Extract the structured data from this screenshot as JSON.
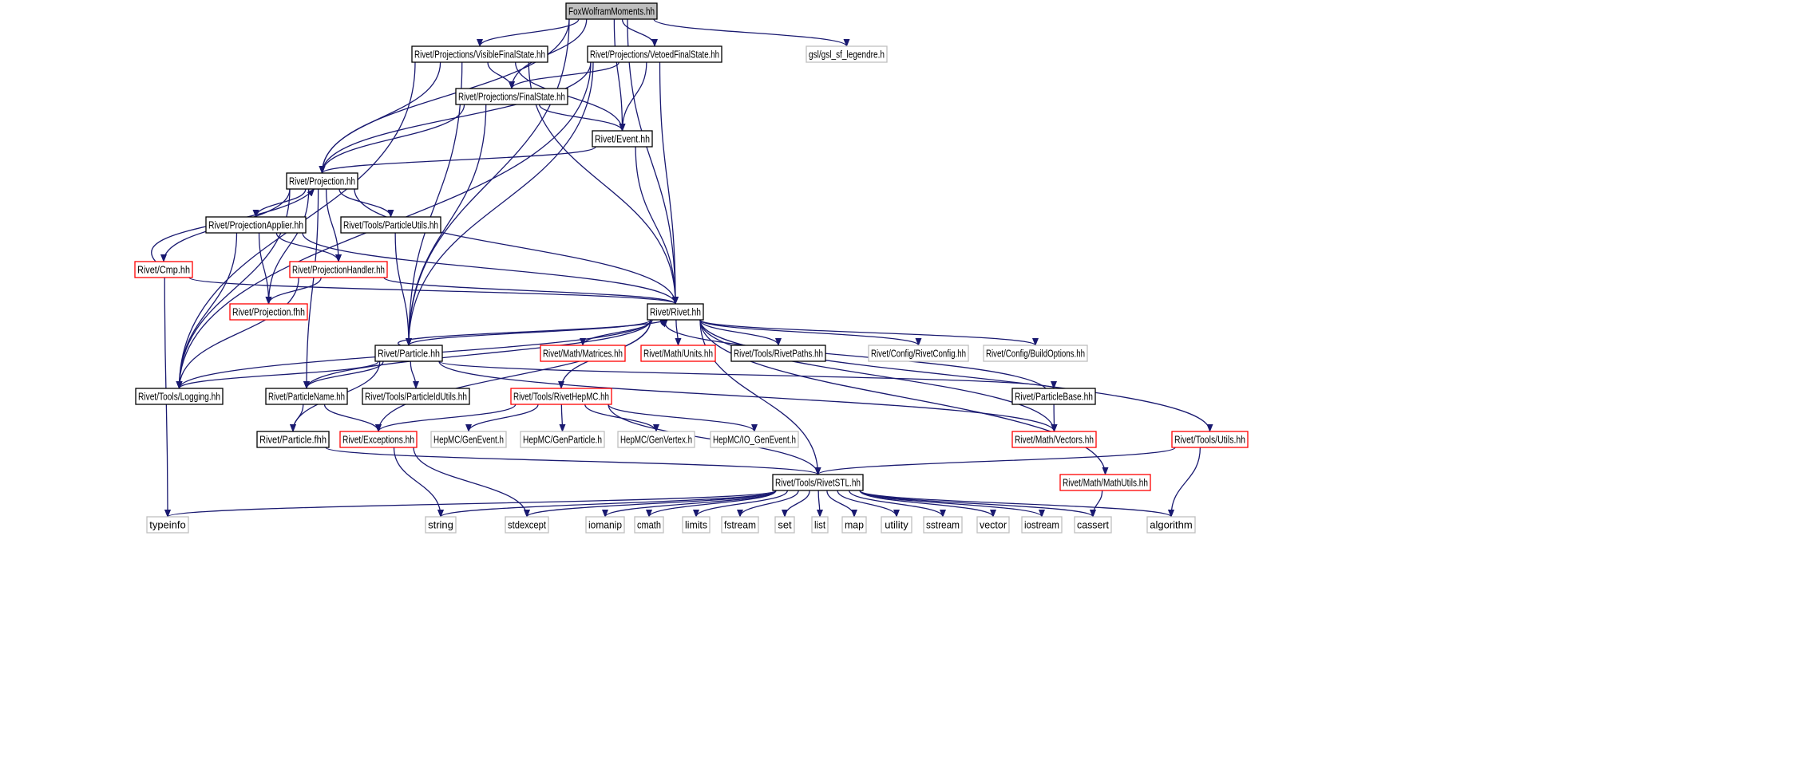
{
  "colors": {
    "edge": "#191970",
    "node_border_default": "#000000",
    "node_border_header": "#000000",
    "node_border_red": "#ff0000",
    "node_border_external": "#bfbfbf",
    "node_fill_header": "#bfbfbf",
    "node_fill_default": "#ffffff",
    "text_default": "#000000",
    "text_external": "#000000"
  },
  "nodes": [
    {
      "id": "fwm",
      "label": "FoxWolframMoments.hh",
      "kind": "header"
    },
    {
      "id": "vfs",
      "label": "Rivet/Projections/VisibleFinalState.hh",
      "kind": "normal"
    },
    {
      "id": "vetofs",
      "label": "Rivet/Projections/VetoedFinalState.hh",
      "kind": "normal"
    },
    {
      "id": "gsl",
      "label": "gsl/gsl_sf_legendre.h",
      "kind": "external"
    },
    {
      "id": "fs",
      "label": "Rivet/Projections/FinalState.hh",
      "kind": "normal"
    },
    {
      "id": "event",
      "label": "Rivet/Event.hh",
      "kind": "normal"
    },
    {
      "id": "proj",
      "label": "Rivet/Projection.hh",
      "kind": "normal"
    },
    {
      "id": "projapp",
      "label": "Rivet/ProjectionApplier.hh",
      "kind": "normal"
    },
    {
      "id": "partutils",
      "label": "Rivet/Tools/ParticleUtils.hh",
      "kind": "normal"
    },
    {
      "id": "cmp",
      "label": "Rivet/Cmp.hh",
      "kind": "red"
    },
    {
      "id": "projhandler",
      "label": "Rivet/ProjectionHandler.hh",
      "kind": "red"
    },
    {
      "id": "projfhh",
      "label": "Rivet/Projection.fhh",
      "kind": "red"
    },
    {
      "id": "rivet",
      "label": "Rivet/Rivet.hh",
      "kind": "normal"
    },
    {
      "id": "particle",
      "label": "Rivet/Particle.hh",
      "kind": "normal"
    },
    {
      "id": "matrices",
      "label": "Rivet/Math/Matrices.hh",
      "kind": "red"
    },
    {
      "id": "units",
      "label": "Rivet/Math/Units.hh",
      "kind": "red"
    },
    {
      "id": "rivetpaths",
      "label": "Rivet/Tools/RivetPaths.hh",
      "kind": "normal"
    },
    {
      "id": "rivetconfig",
      "label": "Rivet/Config/RivetConfig.hh",
      "kind": "external"
    },
    {
      "id": "buildopts",
      "label": "Rivet/Config/BuildOptions.hh",
      "kind": "external"
    },
    {
      "id": "logging",
      "label": "Rivet/Tools/Logging.hh",
      "kind": "normal"
    },
    {
      "id": "partname",
      "label": "Rivet/ParticleName.hh",
      "kind": "normal"
    },
    {
      "id": "partidutils",
      "label": "Rivet/Tools/ParticleIdUtils.hh",
      "kind": "normal"
    },
    {
      "id": "rivethepmc",
      "label": "Rivet/Tools/RivetHepMC.hh",
      "kind": "red"
    },
    {
      "id": "partbase",
      "label": "Rivet/ParticleBase.hh",
      "kind": "normal"
    },
    {
      "id": "toolsutils",
      "label": "Rivet/Tools/Utils.hh",
      "kind": "red"
    },
    {
      "id": "partfhh",
      "label": "Rivet/Particle.fhh",
      "kind": "normal"
    },
    {
      "id": "exceptions",
      "label": "Rivet/Exceptions.hh",
      "kind": "red"
    },
    {
      "id": "genevent",
      "label": "HepMC/GenEvent.h",
      "kind": "external"
    },
    {
      "id": "genparticle",
      "label": "HepMC/GenParticle.h",
      "kind": "external"
    },
    {
      "id": "genvertex",
      "label": "HepMC/GenVertex.h",
      "kind": "external"
    },
    {
      "id": "iogenevent",
      "label": "HepMC/IO_GenEvent.h",
      "kind": "external"
    },
    {
      "id": "vectors",
      "label": "Rivet/Math/Vectors.hh",
      "kind": "red"
    },
    {
      "id": "mathutils",
      "label": "Rivet/Math/MathUtils.hh",
      "kind": "red"
    },
    {
      "id": "rivetstl",
      "label": "Rivet/Tools/RivetSTL.hh",
      "kind": "normal"
    },
    {
      "id": "typeinfo",
      "label": "typeinfo",
      "kind": "external"
    },
    {
      "id": "string",
      "label": "string",
      "kind": "external"
    },
    {
      "id": "stdexcept",
      "label": "stdexcept",
      "kind": "external"
    },
    {
      "id": "iomanip",
      "label": "iomanip",
      "kind": "external"
    },
    {
      "id": "cmath",
      "label": "cmath",
      "kind": "external"
    },
    {
      "id": "limits",
      "label": "limits",
      "kind": "external"
    },
    {
      "id": "fstream",
      "label": "fstream",
      "kind": "external"
    },
    {
      "id": "set",
      "label": "set",
      "kind": "external"
    },
    {
      "id": "list",
      "label": "list",
      "kind": "external"
    },
    {
      "id": "map",
      "label": "map",
      "kind": "external"
    },
    {
      "id": "utility",
      "label": "utility",
      "kind": "external"
    },
    {
      "id": "sstream",
      "label": "sstream",
      "kind": "external"
    },
    {
      "id": "vector",
      "label": "vector",
      "kind": "external"
    },
    {
      "id": "iostream",
      "label": "iostream",
      "kind": "external"
    },
    {
      "id": "cassert",
      "label": "cassert",
      "kind": "external"
    },
    {
      "id": "algorithm",
      "label": "algorithm",
      "kind": "external"
    }
  ],
  "edges": [
    [
      "fwm",
      "vfs"
    ],
    [
      "fwm",
      "vetofs"
    ],
    [
      "fwm",
      "gsl"
    ],
    [
      "fwm",
      "fs"
    ],
    [
      "fwm",
      "event"
    ],
    [
      "fwm",
      "proj"
    ],
    [
      "fwm",
      "particle"
    ],
    [
      "fwm",
      "rivet"
    ],
    [
      "vfs",
      "fs"
    ],
    [
      "vfs",
      "event"
    ],
    [
      "vfs",
      "proj"
    ],
    [
      "vfs",
      "particle"
    ],
    [
      "vfs",
      "rivet"
    ],
    [
      "vfs",
      "logging"
    ],
    [
      "vetofs",
      "fs"
    ],
    [
      "vetofs",
      "event"
    ],
    [
      "vetofs",
      "proj"
    ],
    [
      "vetofs",
      "particle"
    ],
    [
      "vetofs",
      "rivet"
    ],
    [
      "vetofs",
      "logging"
    ],
    [
      "fs",
      "event"
    ],
    [
      "fs",
      "proj"
    ],
    [
      "fs",
      "particle"
    ],
    [
      "event",
      "proj"
    ],
    [
      "event",
      "rivet"
    ],
    [
      "proj",
      "projapp"
    ],
    [
      "proj",
      "partutils"
    ],
    [
      "proj",
      "cmp"
    ],
    [
      "proj",
      "projhandler"
    ],
    [
      "proj",
      "projfhh"
    ],
    [
      "proj",
      "rivet"
    ],
    [
      "proj",
      "logging"
    ],
    [
      "proj",
      "partname"
    ],
    [
      "projapp",
      "projhandler"
    ],
    [
      "projapp",
      "projfhh"
    ],
    [
      "projapp",
      "rivet"
    ],
    [
      "projapp",
      "logging"
    ],
    [
      "partutils",
      "particle"
    ],
    [
      "cmp",
      "proj"
    ],
    [
      "cmp",
      "rivet"
    ],
    [
      "cmp",
      "typeinfo"
    ],
    [
      "projhandler",
      "projfhh"
    ],
    [
      "projhandler",
      "rivet"
    ],
    [
      "projhandler",
      "logging"
    ],
    [
      "rivet",
      "particle"
    ],
    [
      "rivet",
      "matrices"
    ],
    [
      "rivet",
      "units"
    ],
    [
      "rivet",
      "rivetpaths"
    ],
    [
      "rivet",
      "rivetconfig"
    ],
    [
      "rivet",
      "buildopts"
    ],
    [
      "rivet",
      "rivethepmc"
    ],
    [
      "rivet",
      "exceptions"
    ],
    [
      "rivet",
      "rivetstl"
    ],
    [
      "rivet",
      "vectors"
    ],
    [
      "rivet",
      "mathutils"
    ],
    [
      "rivet",
      "toolsutils"
    ],
    [
      "rivet",
      "logging"
    ],
    [
      "rivet",
      "partname"
    ],
    [
      "particle",
      "rivet"
    ],
    [
      "particle",
      "logging"
    ],
    [
      "particle",
      "partname"
    ],
    [
      "particle",
      "partidutils"
    ],
    [
      "particle",
      "partfhh"
    ],
    [
      "particle",
      "partbase"
    ],
    [
      "particle",
      "vectors"
    ],
    [
      "partbase",
      "rivet"
    ],
    [
      "partbase",
      "vectors"
    ],
    [
      "partname",
      "partfhh"
    ],
    [
      "partname",
      "exceptions"
    ],
    [
      "rivethepmc",
      "exceptions"
    ],
    [
      "rivethepmc",
      "genevent"
    ],
    [
      "rivethepmc",
      "genparticle"
    ],
    [
      "rivethepmc",
      "genvertex"
    ],
    [
      "rivethepmc",
      "iogenevent"
    ],
    [
      "rivethepmc",
      "rivetstl"
    ],
    [
      "partfhh",
      "rivetstl"
    ],
    [
      "exceptions",
      "string"
    ],
    [
      "exceptions",
      "stdexcept"
    ],
    [
      "toolsutils",
      "rivetstl"
    ],
    [
      "toolsutils",
      "algorithm"
    ],
    [
      "mathutils",
      "cassert"
    ],
    [
      "rivetstl",
      "typeinfo"
    ],
    [
      "rivetstl",
      "string"
    ],
    [
      "rivetstl",
      "stdexcept"
    ],
    [
      "rivetstl",
      "iomanip"
    ],
    [
      "rivetstl",
      "cmath"
    ],
    [
      "rivetstl",
      "limits"
    ],
    [
      "rivetstl",
      "fstream"
    ],
    [
      "rivetstl",
      "set"
    ],
    [
      "rivetstl",
      "list"
    ],
    [
      "rivetstl",
      "map"
    ],
    [
      "rivetstl",
      "utility"
    ],
    [
      "rivetstl",
      "sstream"
    ],
    [
      "rivetstl",
      "vector"
    ],
    [
      "rivetstl",
      "iostream"
    ],
    [
      "rivetstl",
      "cassert"
    ],
    [
      "rivetstl",
      "algorithm"
    ]
  ]
}
